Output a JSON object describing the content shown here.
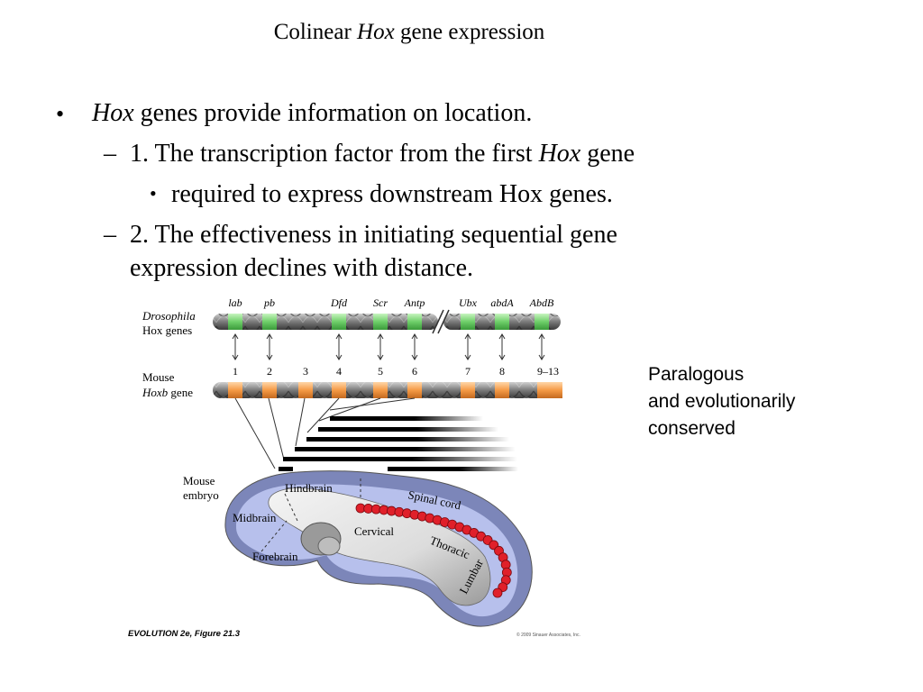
{
  "slide": {
    "title_prefix": "Colinear ",
    "title_italic": "Hox",
    "title_suffix": " gene expression"
  },
  "bullets": {
    "b1_italic": "Hox",
    "b1_text": " genes provide information on location.",
    "b2_dash": "–",
    "b2_text": "1.  The transcription factor from the first ",
    "b2_italic": "Hox",
    "b2_suffix": " gene",
    "b3_text": "required to express downstream Hox genes.",
    "b4_dash": "–",
    "b4_line1": "2.  The effectiveness in initiating sequential gene",
    "b4_line2": "expression declines with distance."
  },
  "side_note": {
    "line1": "Paralogous",
    "line2": "and evolutionarily",
    "line3": "conserved"
  },
  "figure": {
    "drosophila_label_1": "Drosophila",
    "drosophila_label_2": "Hox genes",
    "mouse_label_1": "Mouse",
    "mouse_label_2a": "Hoxb",
    "mouse_label_2b": " gene",
    "embryo_label_1": "Mouse",
    "embryo_label_2": "embryo",
    "fly_genes": [
      "lab",
      "pb",
      "Dfd",
      "Scr",
      "Antp",
      "Ubx",
      "abdA",
      "AbdB"
    ],
    "mouse_genes": [
      "1",
      "2",
      "3",
      "4",
      "5",
      "6",
      "7",
      "8",
      "9–13"
    ],
    "regions": {
      "hindbrain": "Hindbrain",
      "midbrain": "Midbrain",
      "forebrain": "Forebrain",
      "spinal_cord": "Spinal cord",
      "cervical": "Cervical",
      "thoracic": "Thoracic",
      "lumbar": "Lumbar"
    },
    "caption": "EVOLUTION 2e, Figure 21.3",
    "copyright": "© 2009 Sinauer Associates, Inc.",
    "colors": {
      "fly_gene": "#7dd67d",
      "mouse_gene": "#f5a050",
      "embryo_blue": "#a9b4e3",
      "cord_red": "#e0202a"
    }
  }
}
